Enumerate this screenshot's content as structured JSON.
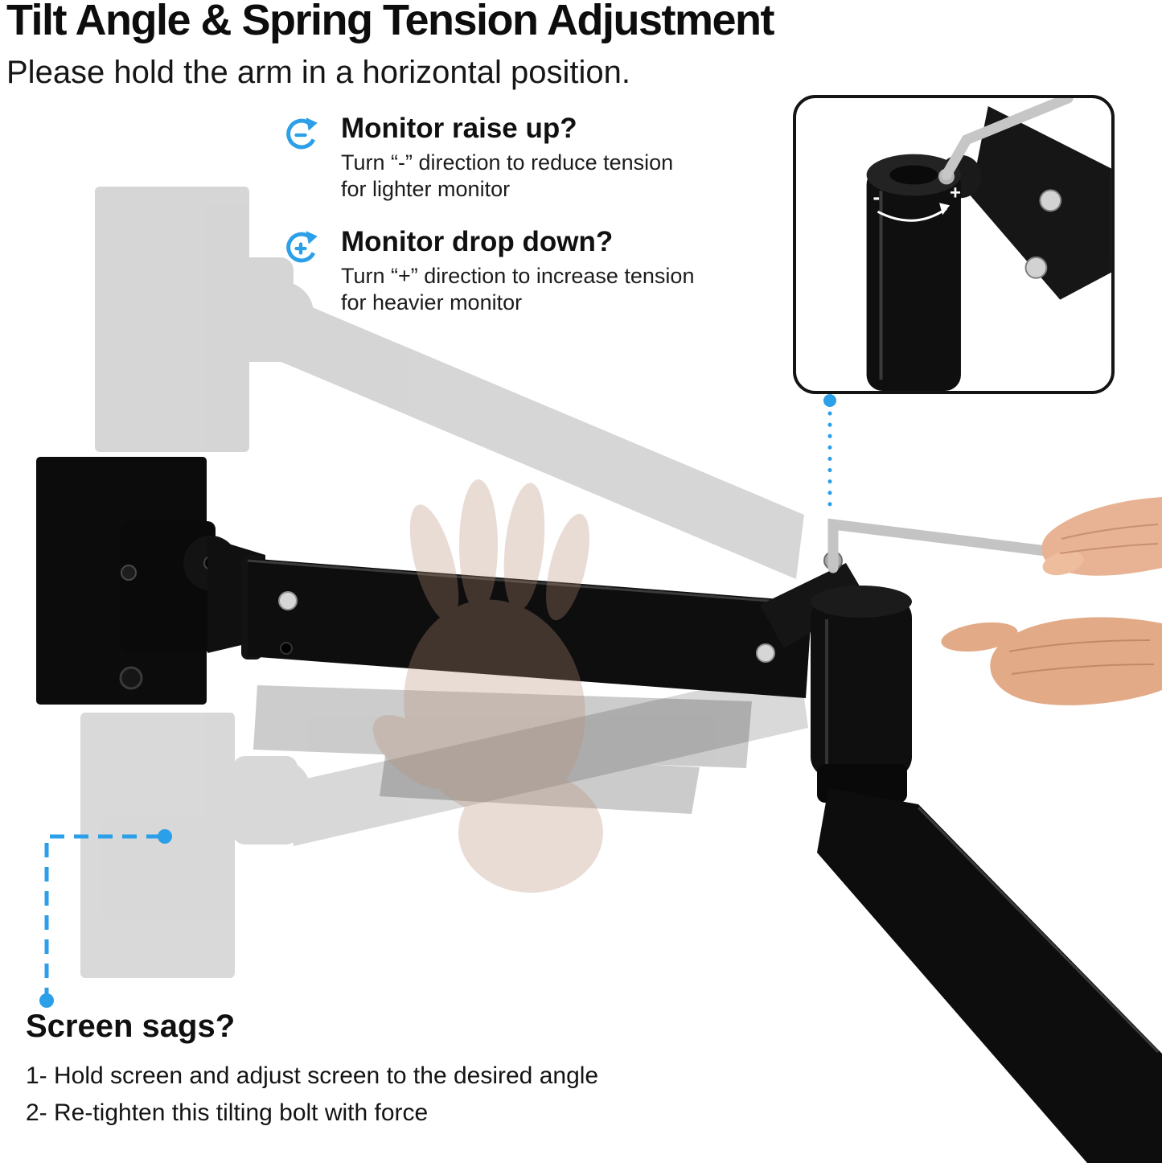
{
  "colors": {
    "accent": "#2b9fe8",
    "ink": "#0d0d0d"
  },
  "header": {
    "title": "Tilt Angle & Spring Tension Adjustment",
    "subtitle": "Please hold the arm in a horizontal position."
  },
  "instructions": [
    {
      "icon": "rotate-minus-icon",
      "heading": "Monitor raise up?",
      "line1": "Turn “-” direction to reduce tension",
      "line2": "for lighter monitor"
    },
    {
      "icon": "rotate-plus-icon",
      "heading": "Monitor drop down?",
      "line1": "Turn “+” direction to increase tension",
      "line2": "for heavier monitor"
    }
  ],
  "inset": {
    "name": "tension-bolt-closeup",
    "minus": "-",
    "plus": "+"
  },
  "screen_sags": {
    "heading": "Screen sags?",
    "step1": "1- Hold screen and adjust screen to the desired angle",
    "step2": "2- Re-tighten this tilting bolt with force"
  }
}
